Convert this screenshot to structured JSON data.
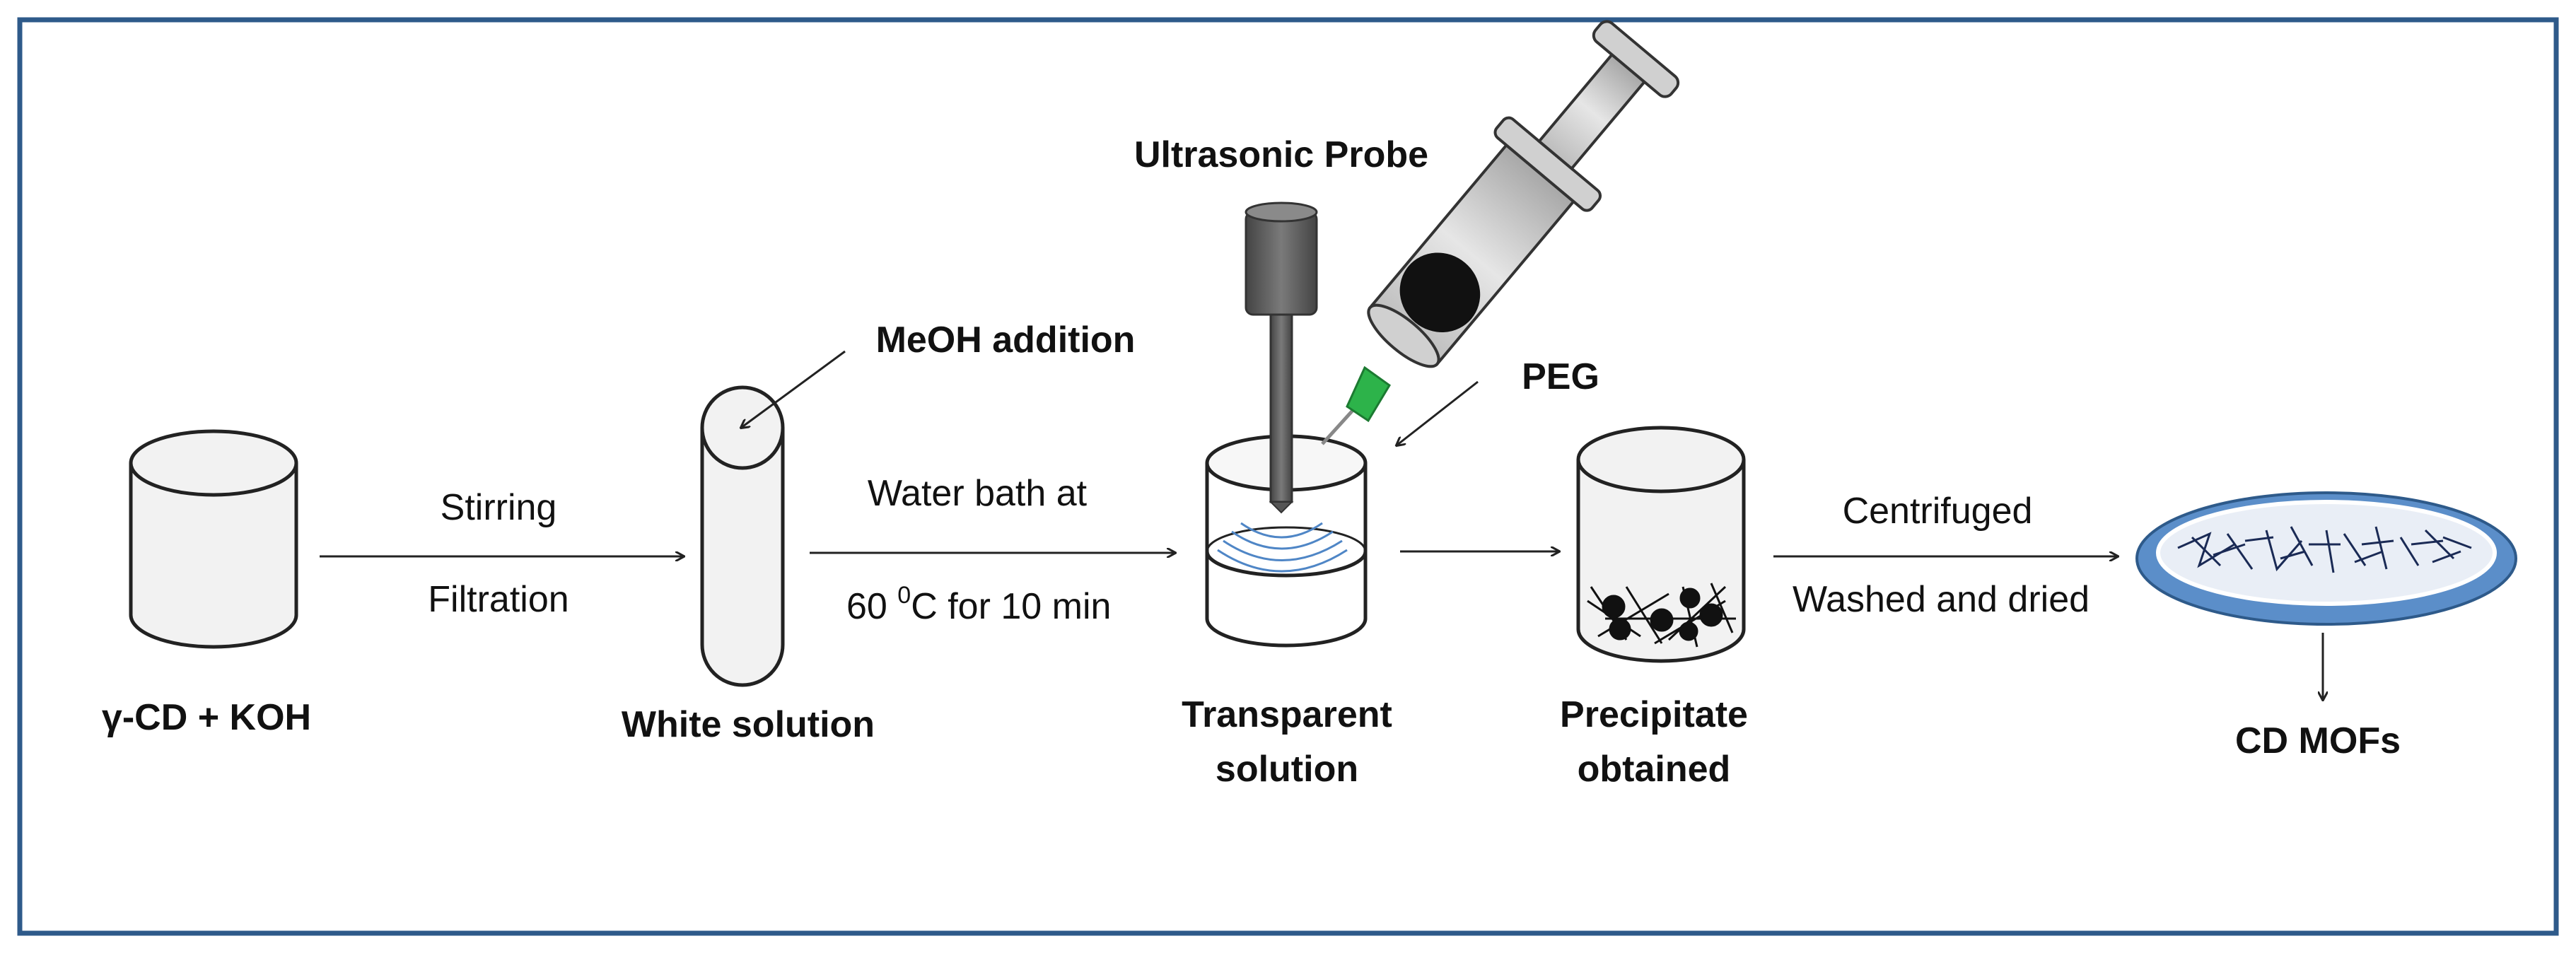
{
  "labels": {
    "reagents": "γ-CD + KOH",
    "stirring": "Stirring",
    "filtration": "Filtration",
    "meoh": "MeOH addition",
    "white_solution": "White solution",
    "water_bath": "Water bath at",
    "temp_prefix": "60 ",
    "temp_sup": "0",
    "temp_suffix": "C for 10 min",
    "ultrasonic_probe": "Ultrasonic Probe",
    "peg": "PEG",
    "transparent_1": "Transparent",
    "transparent_2": "solution",
    "precipitate_1": "Precipitate",
    "precipitate_2": "obtained",
    "centrifuged": "Centrifuged",
    "washed": "Washed and dried",
    "cd_mofs": "CD MOFs"
  },
  "colors": {
    "frame": "#2e5a8a",
    "vessel_fill": "#f2f2f2",
    "probe_dark": "#5a5a5a",
    "needle_green": "#2db34a",
    "wave_blue": "#4f86c6",
    "dish_blue": "#5b8ec9"
  }
}
